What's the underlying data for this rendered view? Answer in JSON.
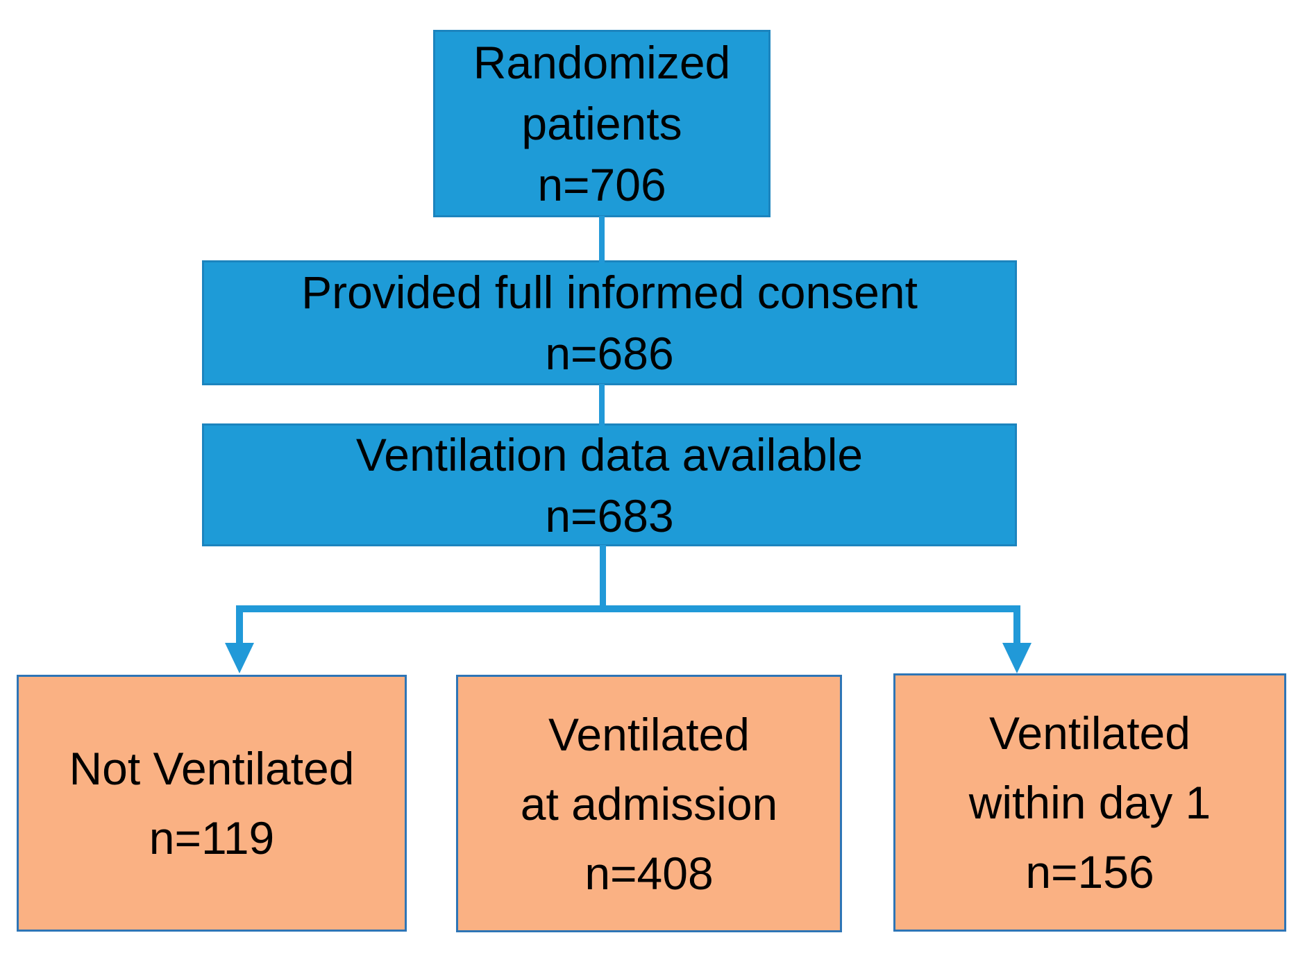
{
  "boxes": {
    "randomized": {
      "lines": [
        "Randomized",
        "patients",
        "n=706"
      ]
    },
    "consent": {
      "lines": [
        "Provided full informed consent",
        "n=686"
      ]
    },
    "ventilation_data": {
      "lines": [
        "Ventilation data available",
        "n=683"
      ]
    },
    "not_ventilated": {
      "lines": [
        "Not Ventilated",
        "n=119"
      ]
    },
    "ventilated_admission": {
      "lines": [
        "Ventilated",
        "at admission",
        "n=408"
      ]
    },
    "ventilated_day1": {
      "lines": [
        "Ventilated",
        "within day 1",
        "n=156"
      ]
    }
  },
  "colors": {
    "blue_fill": "#1E9BD7",
    "blue_border": "#1C84BE",
    "orange_fill": "#FAB183",
    "orange_border": "#2E75B6",
    "connector": "#2199D8",
    "text": "#000000"
  }
}
